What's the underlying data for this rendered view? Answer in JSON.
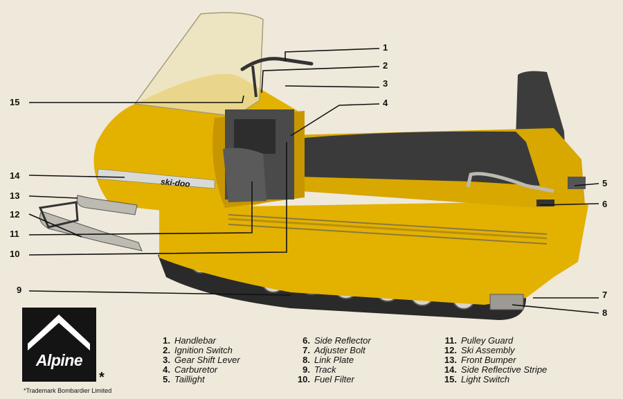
{
  "brand_decal": "ski-doo",
  "logo": {
    "text": "Alpine",
    "mark": "*"
  },
  "trademark": "*Trademark Bombardier Limited",
  "callouts": [
    {
      "num": "1",
      "label": "Handlebar"
    },
    {
      "num": "2",
      "label": "Ignition Switch"
    },
    {
      "num": "3",
      "label": "Gear Shift Lever"
    },
    {
      "num": "4",
      "label": "Carburetor"
    },
    {
      "num": "5",
      "label": "Taillight"
    },
    {
      "num": "6",
      "label": "Side Reflector"
    },
    {
      "num": "7",
      "label": "Adjuster Bolt"
    },
    {
      "num": "8",
      "label": "Link Plate"
    },
    {
      "num": "9",
      "label": "Track"
    },
    {
      "num": "10",
      "label": "Fuel Filter"
    },
    {
      "num": "11",
      "label": "Pulley Guard"
    },
    {
      "num": "12",
      "label": "Ski Assembly"
    },
    {
      "num": "13",
      "label": "Front Bumper"
    },
    {
      "num": "14",
      "label": "Side Reflective Stripe"
    },
    {
      "num": "15",
      "label": "Light Switch"
    }
  ],
  "legend_numbers": [
    "1.",
    "2.",
    "3.",
    "4.",
    "5.",
    "6.",
    "7.",
    "8.",
    "9.",
    "10.",
    "11.",
    "12.",
    "13.",
    "14.",
    "15."
  ],
  "colors": {
    "body": "#e3b100",
    "body_shade": "#c79600",
    "seat": "#3c3c3c",
    "track": "#2a2a2a",
    "background": "#efe9db"
  }
}
